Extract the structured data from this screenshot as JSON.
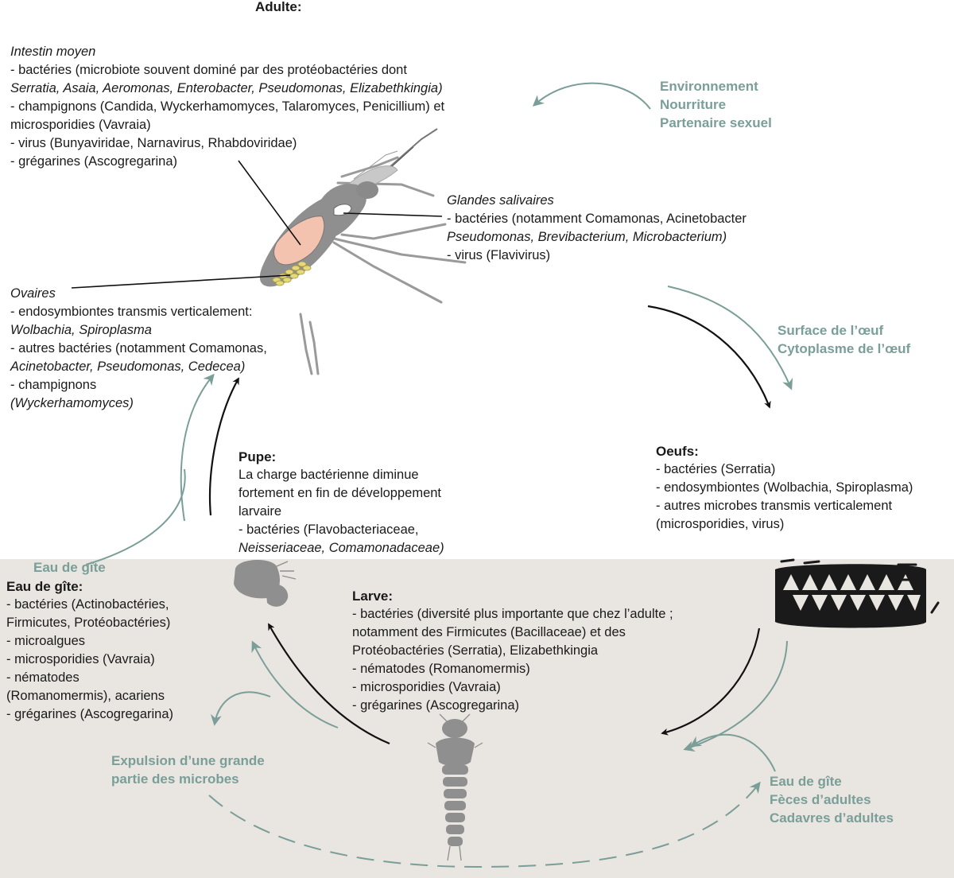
{
  "colors": {
    "teal": "#7a9e98",
    "band": "#e9e5e1",
    "body_grey": "#8f8f8f",
    "gut": "#f3c3b0",
    "ovary": "#e6d97a"
  },
  "adulte": {
    "title": "Adulte:"
  },
  "intestin": {
    "heading": "Intestin moyen",
    "l1": "- bactéries (microbiote souvent dominé par des protéobactéries dont",
    "l2": "Serratia, Asaia, Aeromonas, Enterobacter, Pseudomonas, Elizabethkingia)",
    "l3": "- champignons (Candida, Wyckerhamomyces, Talaromyces, Penicillium) et",
    "l4": "microsporidies (Vavraia)",
    "l5": "- virus (Bunyaviridae, Narnavirus, Rhabdoviridae)",
    "l6": "- grégarines (Ascogregarina)"
  },
  "glandes": {
    "heading": "Glandes salivaires",
    "l1": "- bactéries (notamment Comamonas, Acinetobacter",
    "l2": "Pseudomonas, Brevibacterium, Microbacterium)",
    "l3": "- virus (Flavivirus)"
  },
  "ovaires": {
    "heading": "Ovaires",
    "l1": "- endosymbiontes transmis verticalement:",
    "l2": "Wolbachia, Spiroplasma",
    "l3": "- autres bactéries (notamment Comamonas,",
    "l4": "Acinetobacter, Pseudomonas, Cedecea)",
    "l5": "- champignons",
    "l6": "(Wyckerhamomyces)"
  },
  "env": {
    "l1": "Environnement",
    "l2": "Nourriture",
    "l3": "Partenaire sexuel"
  },
  "surface": {
    "l1": "Surface de l’œuf",
    "l2": "Cytoplasme de l’œuf"
  },
  "oeufs": {
    "title": "Oeufs:",
    "l1": "- bactéries (Serratia)",
    "l2": "- endosymbiontes (Wolbachia, Spiroplasma)",
    "l3": "- autres microbes transmis verticalement",
    "l4": "(microsporidies, virus)"
  },
  "pupe": {
    "title": "Pupe:",
    "l1": "La charge bactérienne diminue",
    "l2": "fortement en fin de développement",
    "l3": "larvaire",
    "l4": "- bactéries (Flavobacteriaceae,",
    "l5": "Neisseriaceae, Comamonadaceae)"
  },
  "eau_label": "Eau de gîte",
  "eau": {
    "title": "Eau de gîte:",
    "l1": "- bactéries (Actinobactéries,",
    "l2": "Firmicutes, Protéobactéries)",
    "l3": "- microalgues",
    "l4": "- microsporidies (Vavraia)",
    "l5": "- nématodes",
    "l6": "(Romanomermis), acariens",
    "l7": "- grégarines (Ascogregarina)"
  },
  "larve": {
    "title": "Larve:",
    "l1": "- bactéries (diversité plus importante que chez l’adulte ;",
    "l2": "notamment des Firmicutes (Bacillaceae) et des",
    "l3": "Protéobactéries (Serratia), Elizabethkingia",
    "l4": "- nématodes (Romanomermis)",
    "l5": "- microsporidies (Vavraia)",
    "l6": "- grégarines (Ascogregarina)"
  },
  "expulsion": {
    "l1": "Expulsion d’une grande",
    "l2": "partie des microbes"
  },
  "sources": {
    "l1": "Eau de gîte",
    "l2": "Fèces d’adultes",
    "l3": "Cadavres d’adultes"
  }
}
